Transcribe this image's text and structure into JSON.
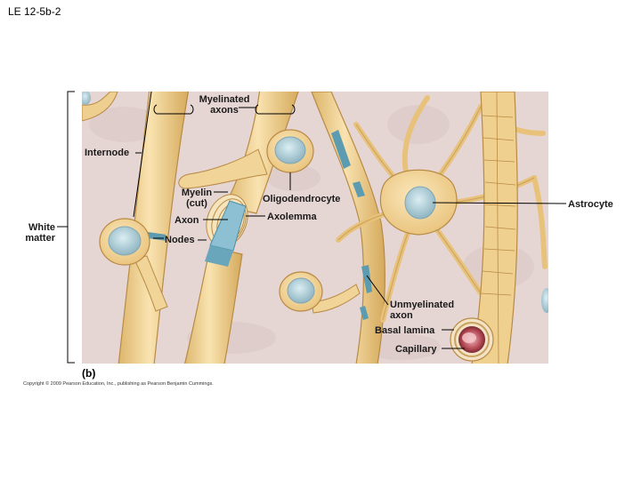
{
  "slide": {
    "title": "LE 12-5b-2"
  },
  "figure": {
    "panel_letter": "(b)",
    "copyright": "Copyright © 2009 Pearson Education, Inc., publishing as Pearson Benjamin Cummings.",
    "labels": {
      "myelinated_axons_line1": "Myelinated",
      "myelinated_axons_line2": "axons",
      "internode": "Internode",
      "oligodendrocyte": "Oligodendrocyte",
      "myelin_line1": "Myelin",
      "myelin_line2": "(cut)",
      "axon": "Axon",
      "axolemma": "Axolemma",
      "nodes": "Nodes",
      "white_matter_line1": "White",
      "white_matter_line2": "matter",
      "astrocyte": "Astrocyte",
      "unmyelinated_axon_line1": "Unmyelinated",
      "unmyelinated_axon_line2": "axon",
      "basal_lamina": "Basal lamina",
      "capillary": "Capillary"
    },
    "colors": {
      "background": "#e4d4d2",
      "cell_body": "#f3d9a0",
      "cell_outline": "#c9a35e",
      "nucleus": "#a9c9d4",
      "axon_blue": "#7fb6c9",
      "capillary_red": "#a8404a"
    }
  }
}
